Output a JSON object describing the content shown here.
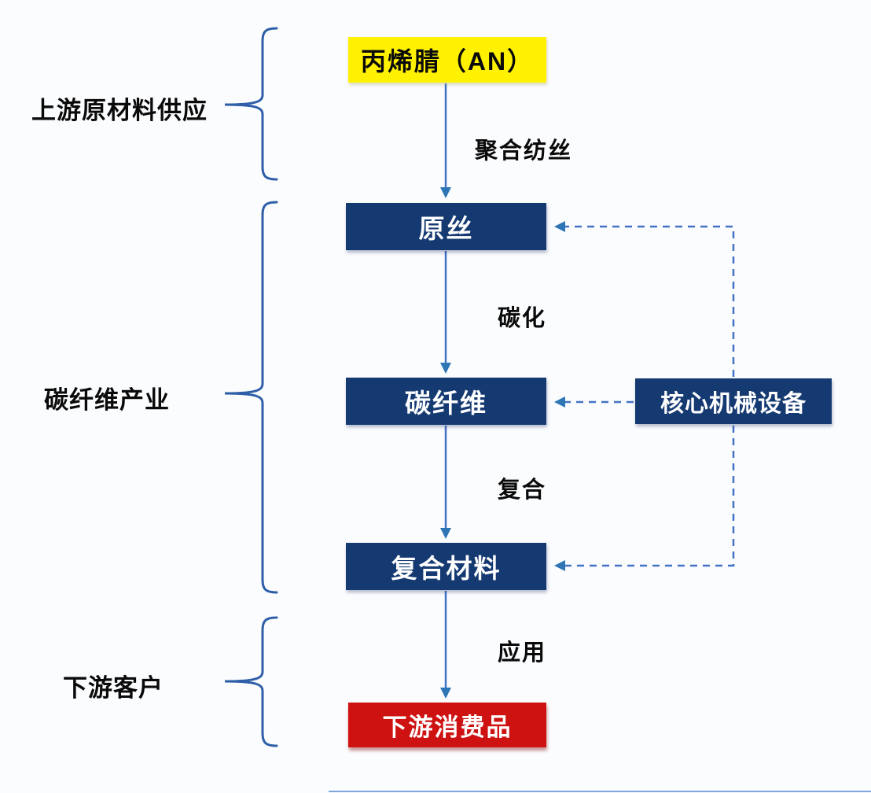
{
  "diagram": {
    "nodes": {
      "an": {
        "label": "丙烯腈（AN）",
        "fill": "#FFF100",
        "text_color": "#000000"
      },
      "precursor": {
        "label": "原丝",
        "fill": "#153A72",
        "text_color": "#FFFFFF"
      },
      "carbon_fiber": {
        "label": "碳纤维",
        "fill": "#153A72",
        "text_color": "#FFFFFF"
      },
      "composite": {
        "label": "复合材料",
        "fill": "#153A72",
        "text_color": "#FFFFFF"
      },
      "consumer": {
        "label": "下游消费品",
        "fill": "#CE1212",
        "text_color": "#FFFFFF"
      },
      "equipment": {
        "label": "核心机械设备",
        "fill": "#153A72",
        "text_color": "#FFFFFF"
      }
    },
    "process_labels": {
      "polymer_spinning": "聚合纺丝",
      "carbonization": "碳化",
      "compositing": "复合",
      "application": "应用"
    },
    "groups": {
      "upstream": "上游原材料供应",
      "industry": "碳纤维产业",
      "downstream": "下游客户"
    },
    "colors": {
      "connector_blue": "#4472C4",
      "arrowhead_blue": "#2E75B6",
      "brace_blue": "#2E5FA8",
      "navy": "#153A72",
      "yellow": "#FFF100",
      "red": "#CE1212",
      "background": "#FBFCFE"
    }
  }
}
